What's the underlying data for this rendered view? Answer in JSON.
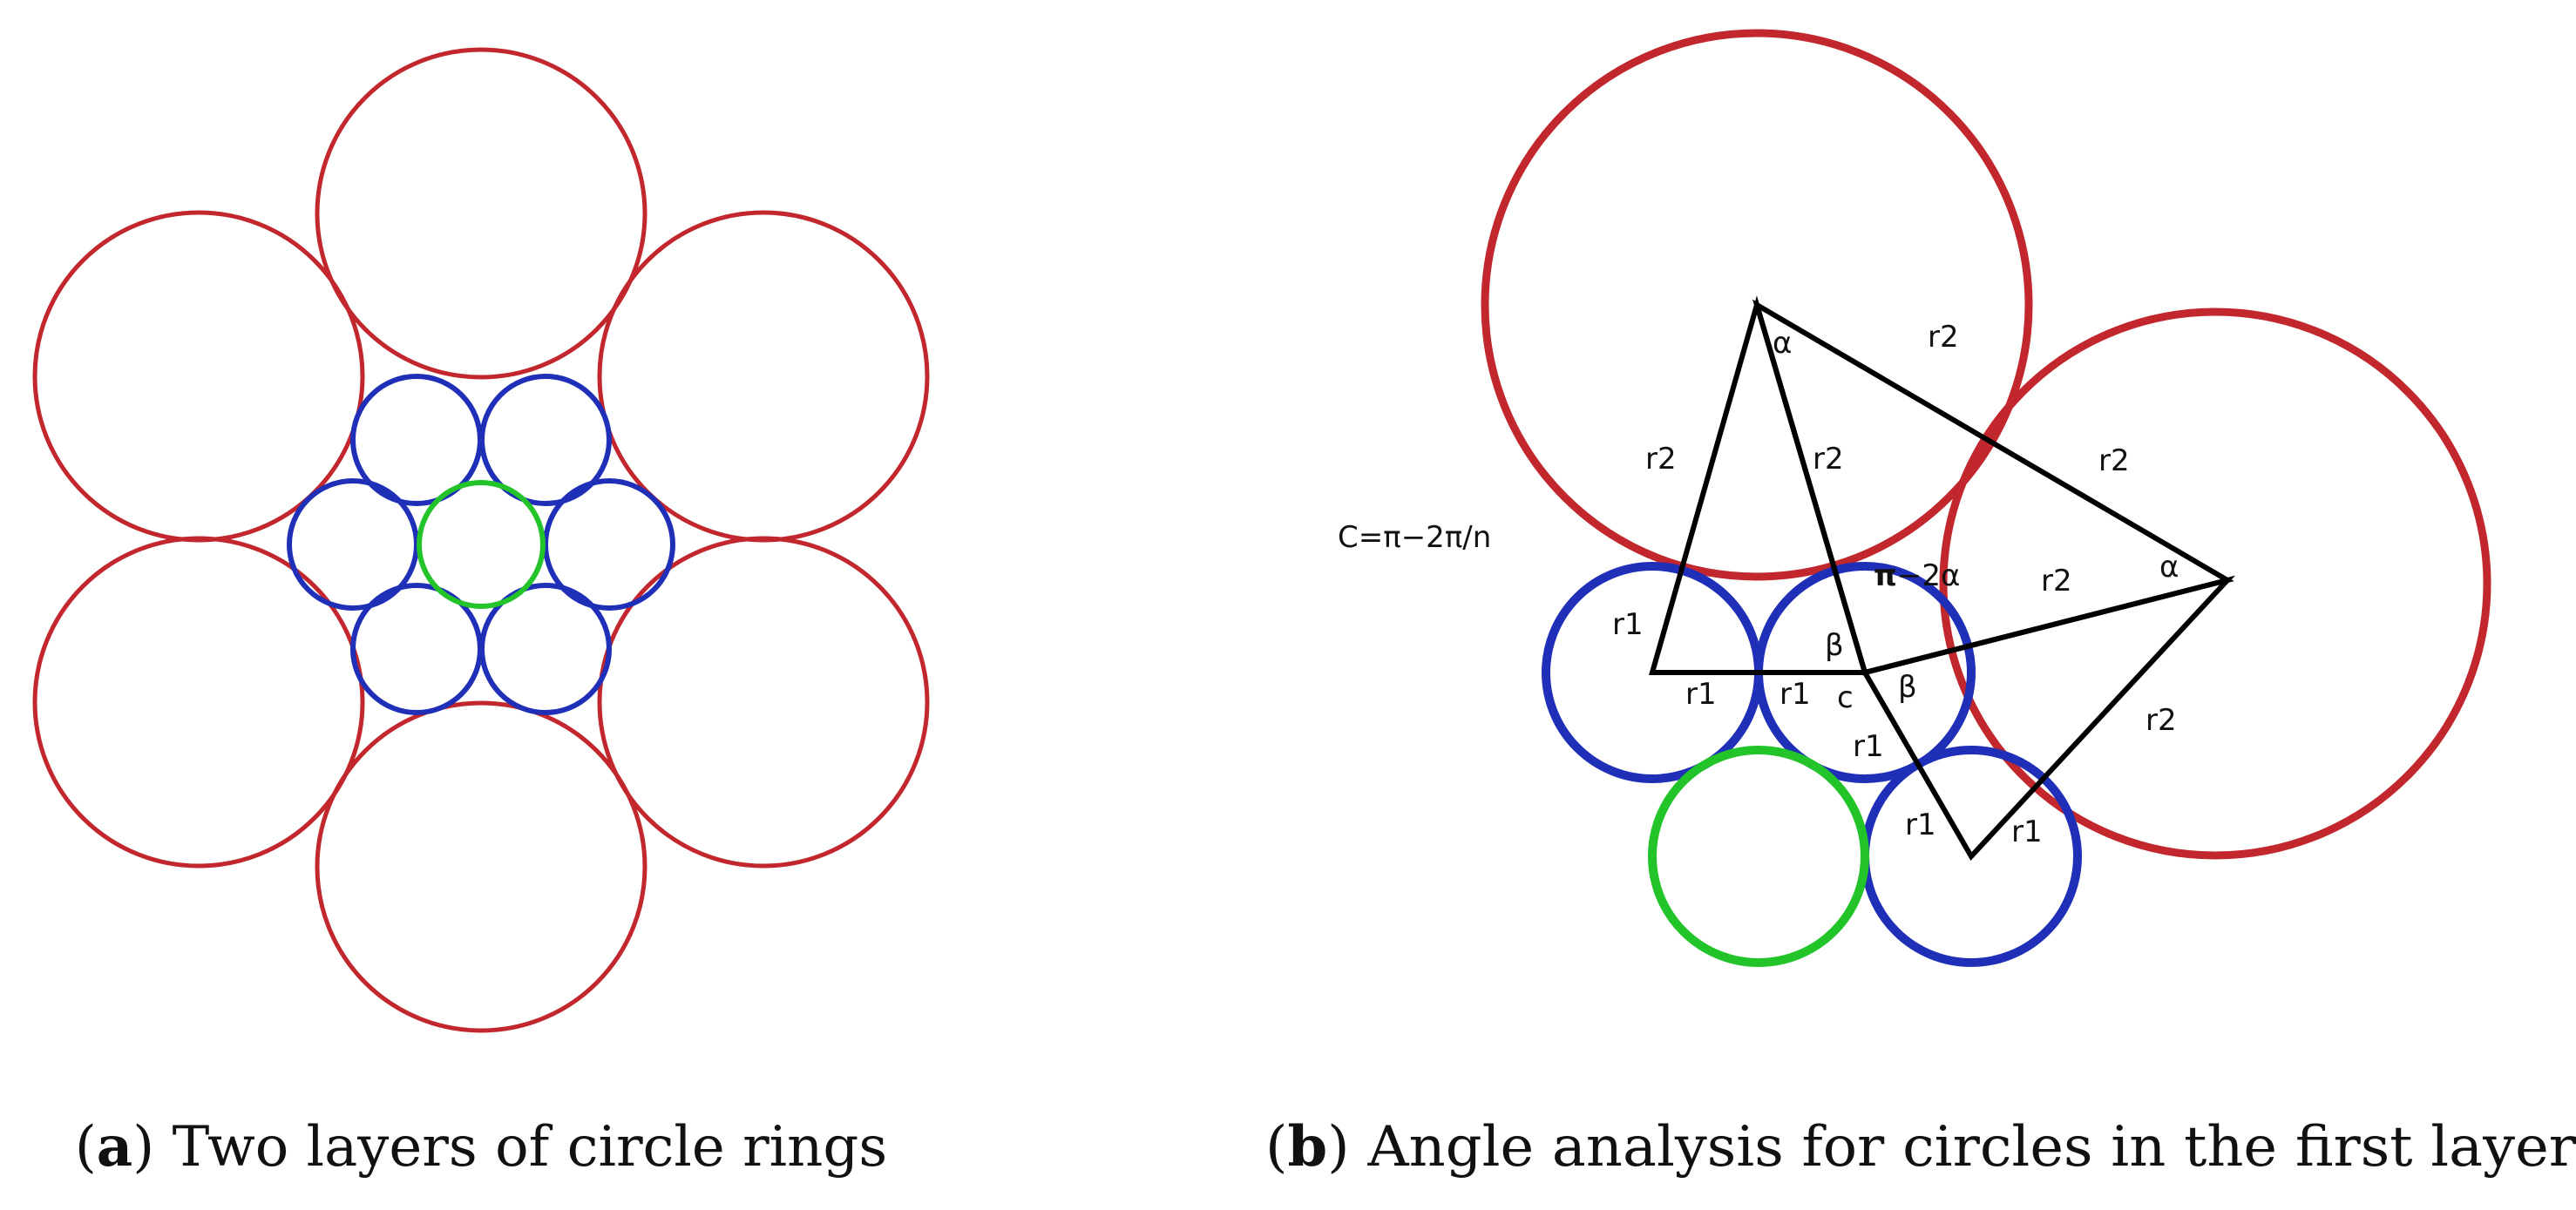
{
  "colors": {
    "outer_ring": "#c1272d",
    "first_layer": "#1f2fb8",
    "center": "#22c42a",
    "triangle_lines": "#000000"
  },
  "panel_a": {
    "caption_letter": "a",
    "caption_text": "Two layers of circle rings"
  },
  "panel_b": {
    "caption_letter": "b",
    "caption_text": "Angle analysis for circles in the first layer",
    "formula": "C=π−2π/n",
    "labels": {
      "alpha_top": "α",
      "alpha_right": "α",
      "r2_a": "r2",
      "r2_b": "r2",
      "r2_c": "r2",
      "r2_d": "r2",
      "r2_e": "r2",
      "r2_f": "r2",
      "r1_a": "r1",
      "r1_b": "r1",
      "r1_c": "r1",
      "r1_d": "r1",
      "r1_e": "r1",
      "r1_f": "r1",
      "beta_left": "β",
      "beta_right": "β",
      "pi": "π",
      "minus_two_alpha": "−2α",
      "c": "c"
    }
  }
}
